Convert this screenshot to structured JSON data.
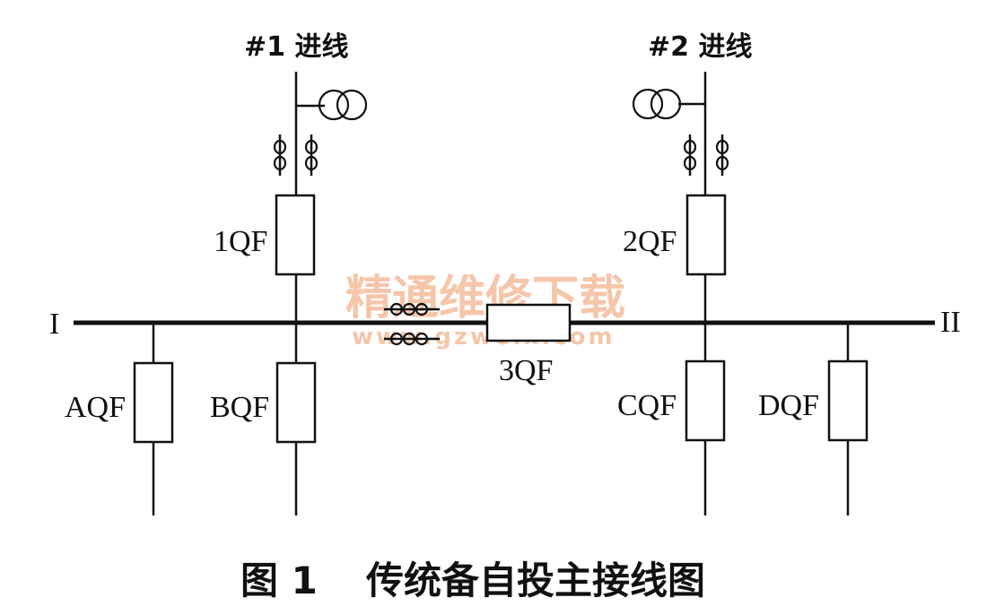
{
  "incoming": {
    "line1": "#1 进线",
    "line2": "#2 进线"
  },
  "buses": {
    "bus1": "I",
    "bus2": "II"
  },
  "breakers": {
    "b1": "1QF",
    "b2": "2QF",
    "b3": "3QF",
    "ba": "AQF",
    "bb": "BQF",
    "bc": "CQF",
    "bd": "DQF"
  },
  "watermark": {
    "text_cn": "精通维修下载",
    "url": "www.gzweix.com"
  },
  "caption": {
    "figure_no": "图 1",
    "title": "传统备自投主接线图"
  }
}
